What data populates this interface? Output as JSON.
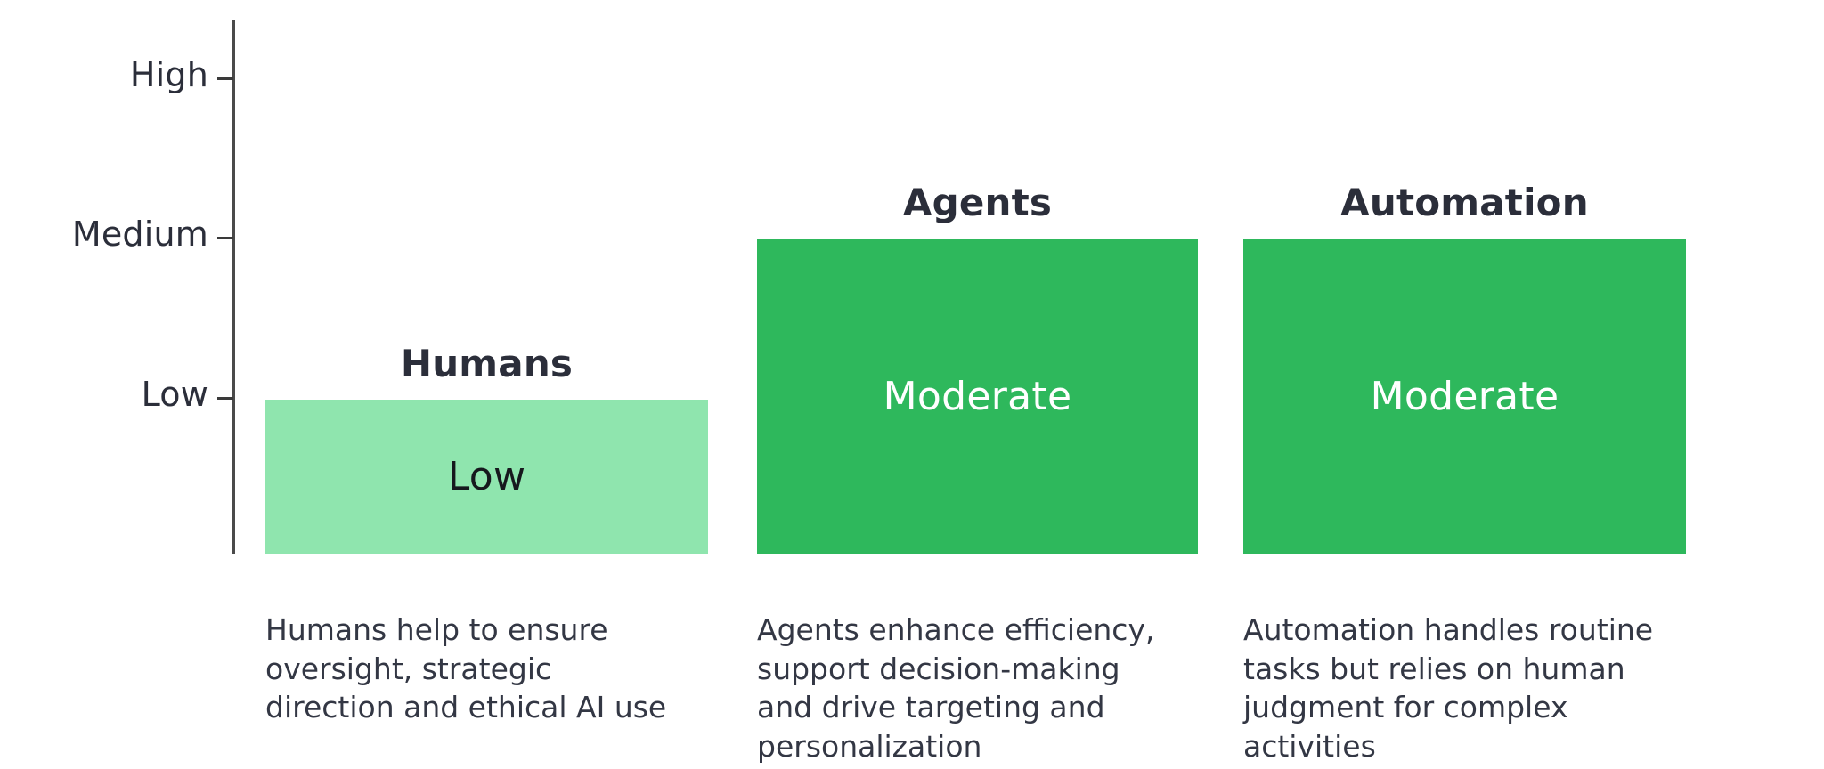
{
  "chart_data": {
    "type": "bar",
    "title": "",
    "subtitle": "",
    "xlabel": "",
    "ylabel": "",
    "grid": false,
    "legend": "none",
    "orientation": "vertical",
    "yticks": [
      "Low",
      "Medium",
      "High"
    ],
    "ylim": [
      "0",
      "High"
    ],
    "categories": [
      "Humans",
      "Agents",
      "Automation"
    ],
    "values": [
      1,
      2,
      2
    ],
    "value_labels": [
      "Low",
      "Moderate",
      "Moderate"
    ],
    "colors": [
      "#8FE5AE",
      "#2EB85C",
      "#2EB85C"
    ],
    "annotations": [
      "Humans help to ensure oversight, strategic direction and ethical AI use",
      "Agents enhance efficiency, support decision-making and drive targeting and personalization",
      "Automation handles routine tasks but relies on human judgment for complex activities"
    ]
  },
  "axis": {
    "ticks": [
      {
        "label": "High",
        "value": 3
      },
      {
        "label": "Medium",
        "value": 2
      },
      {
        "label": "Low",
        "value": 1
      }
    ]
  },
  "bars": [
    {
      "title": "Humans",
      "value_label": "Low",
      "color": "#8FE5AE",
      "value_text_color": "#16181d",
      "caption": "Humans help to ensure oversight, strategic direction and ethical AI use"
    },
    {
      "title": "Agents",
      "value_label": "Moderate",
      "color": "#2EB85C",
      "value_text_color": "#ffffff",
      "caption": "Agents enhance efficiency, support decision-making and drive targeting and personalization"
    },
    {
      "title": "Automation",
      "value_label": "Moderate",
      "color": "#2EB85C",
      "value_text_color": "#ffffff",
      "caption": "Automation handles routine tasks but relies on human judgment for complex activities"
    }
  ],
  "theme": {
    "background": "#ffffff",
    "axis_color": "#4a4a4a",
    "text_color": "#2b2e3a",
    "caption_color": "#333744",
    "accent_light": "#8FE5AE",
    "accent_dark": "#2EB85C"
  }
}
